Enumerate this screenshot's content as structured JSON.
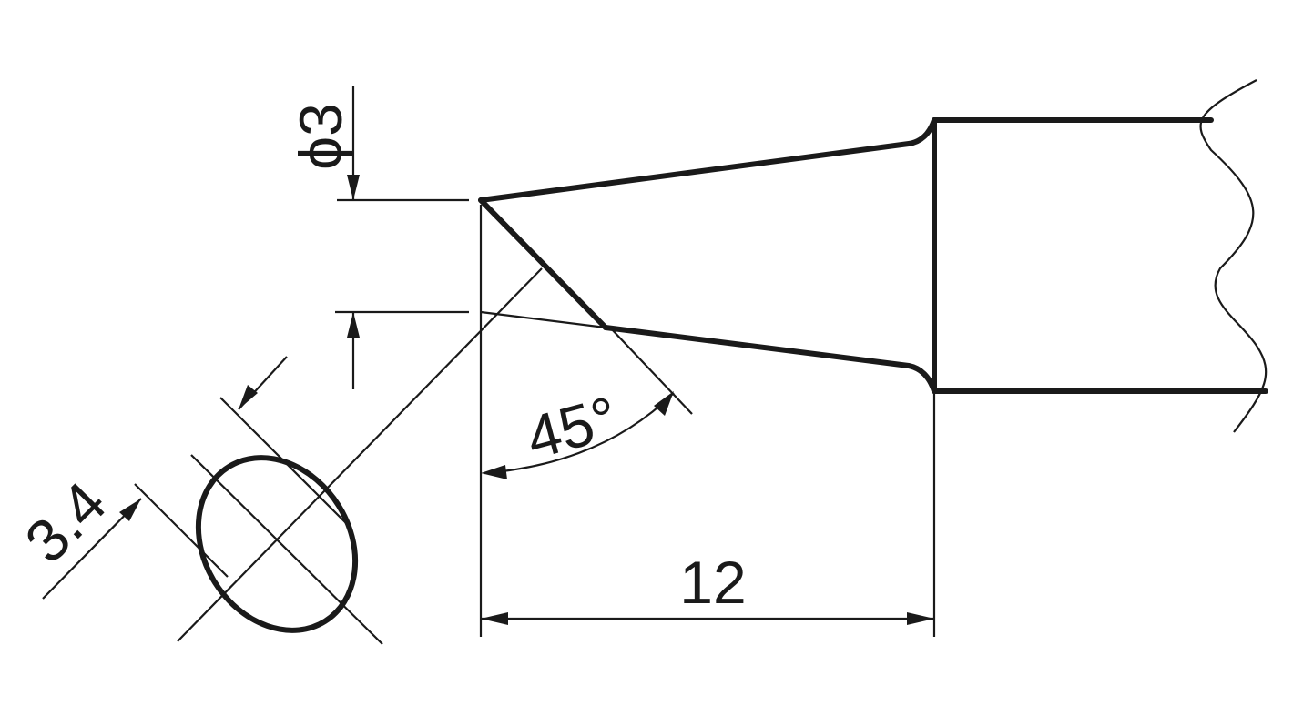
{
  "drawing": {
    "dimensions": {
      "diameter_label": "ϕ3",
      "angle_label": "45°",
      "length_label": "12",
      "face_width_label": "3.4"
    },
    "colors": {
      "line": "#1a1a1a",
      "background": "#ffffff"
    }
  }
}
